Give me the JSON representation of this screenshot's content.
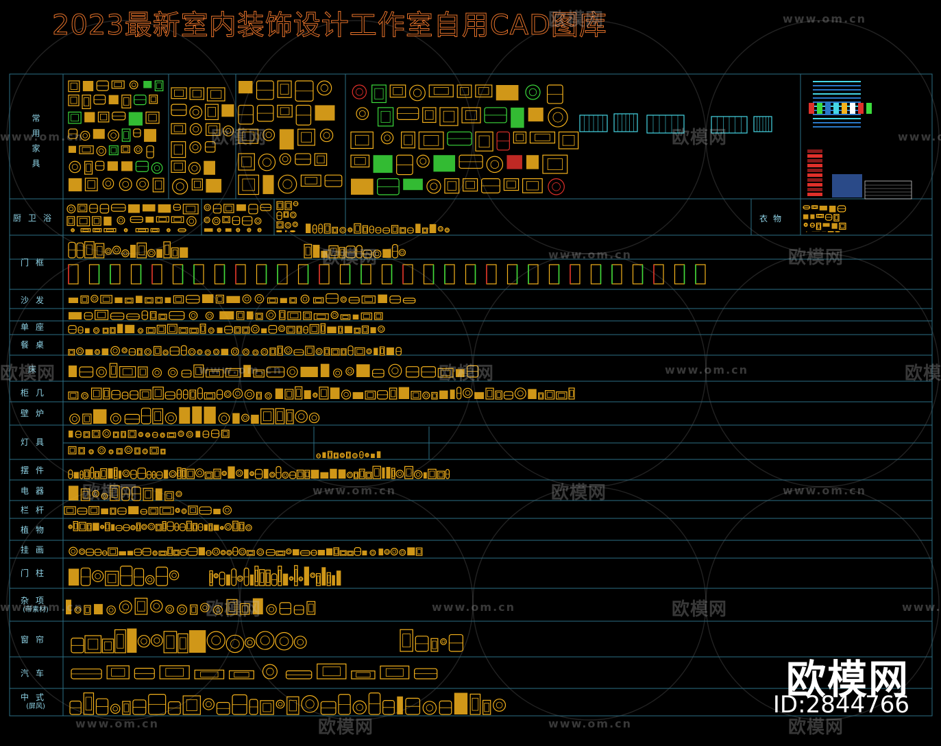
{
  "drawing": {
    "title": "2023最新室内装饰设计工作室自用CAD图库",
    "side_label_clothes": "衣物"
  },
  "rows": [
    {
      "key": "furniture",
      "label": "常用家具"
    },
    {
      "key": "bath",
      "label": "厨卫浴"
    },
    {
      "key": "doors",
      "label": "门框"
    },
    {
      "key": "sofa",
      "label": "沙发"
    },
    {
      "key": "single-seat",
      "label": "单座"
    },
    {
      "key": "dining-table",
      "label": "餐桌"
    },
    {
      "key": "bed",
      "label": "床"
    },
    {
      "key": "cabinet",
      "label": "柜几"
    },
    {
      "key": "fireplace",
      "label": "壁炉"
    },
    {
      "key": "lamps",
      "label": "灯具"
    },
    {
      "key": "ornaments",
      "label": "摆件"
    },
    {
      "key": "appliances",
      "label": "电器"
    },
    {
      "key": "railing",
      "label": "栏杆"
    },
    {
      "key": "plants",
      "label": "植物"
    },
    {
      "key": "paintings",
      "label": "挂画"
    },
    {
      "key": "door-pillars",
      "label": "门柱"
    },
    {
      "key": "misc",
      "label": "杂项",
      "sub": "(带素材)"
    },
    {
      "key": "curtains",
      "label": "窗帘"
    },
    {
      "key": "cars",
      "label": "汽车"
    },
    {
      "key": "chinese-screens",
      "label": "中式",
      "sub": "(屏风)"
    }
  ],
  "watermark": {
    "url": "www.om.cn",
    "logo_text": "欧模网"
  },
  "brand": {
    "name": "欧模网",
    "id": "ID:2844766"
  },
  "colors": {
    "background": "#000000",
    "grid": "#2d6f86",
    "symbol": "#f5b21c",
    "label": "#8fd3e6",
    "title": "#e8732a",
    "accent_green": "#3cdc3c",
    "accent_red": "#e0302a",
    "accent_cyan": "#45d7e6"
  }
}
